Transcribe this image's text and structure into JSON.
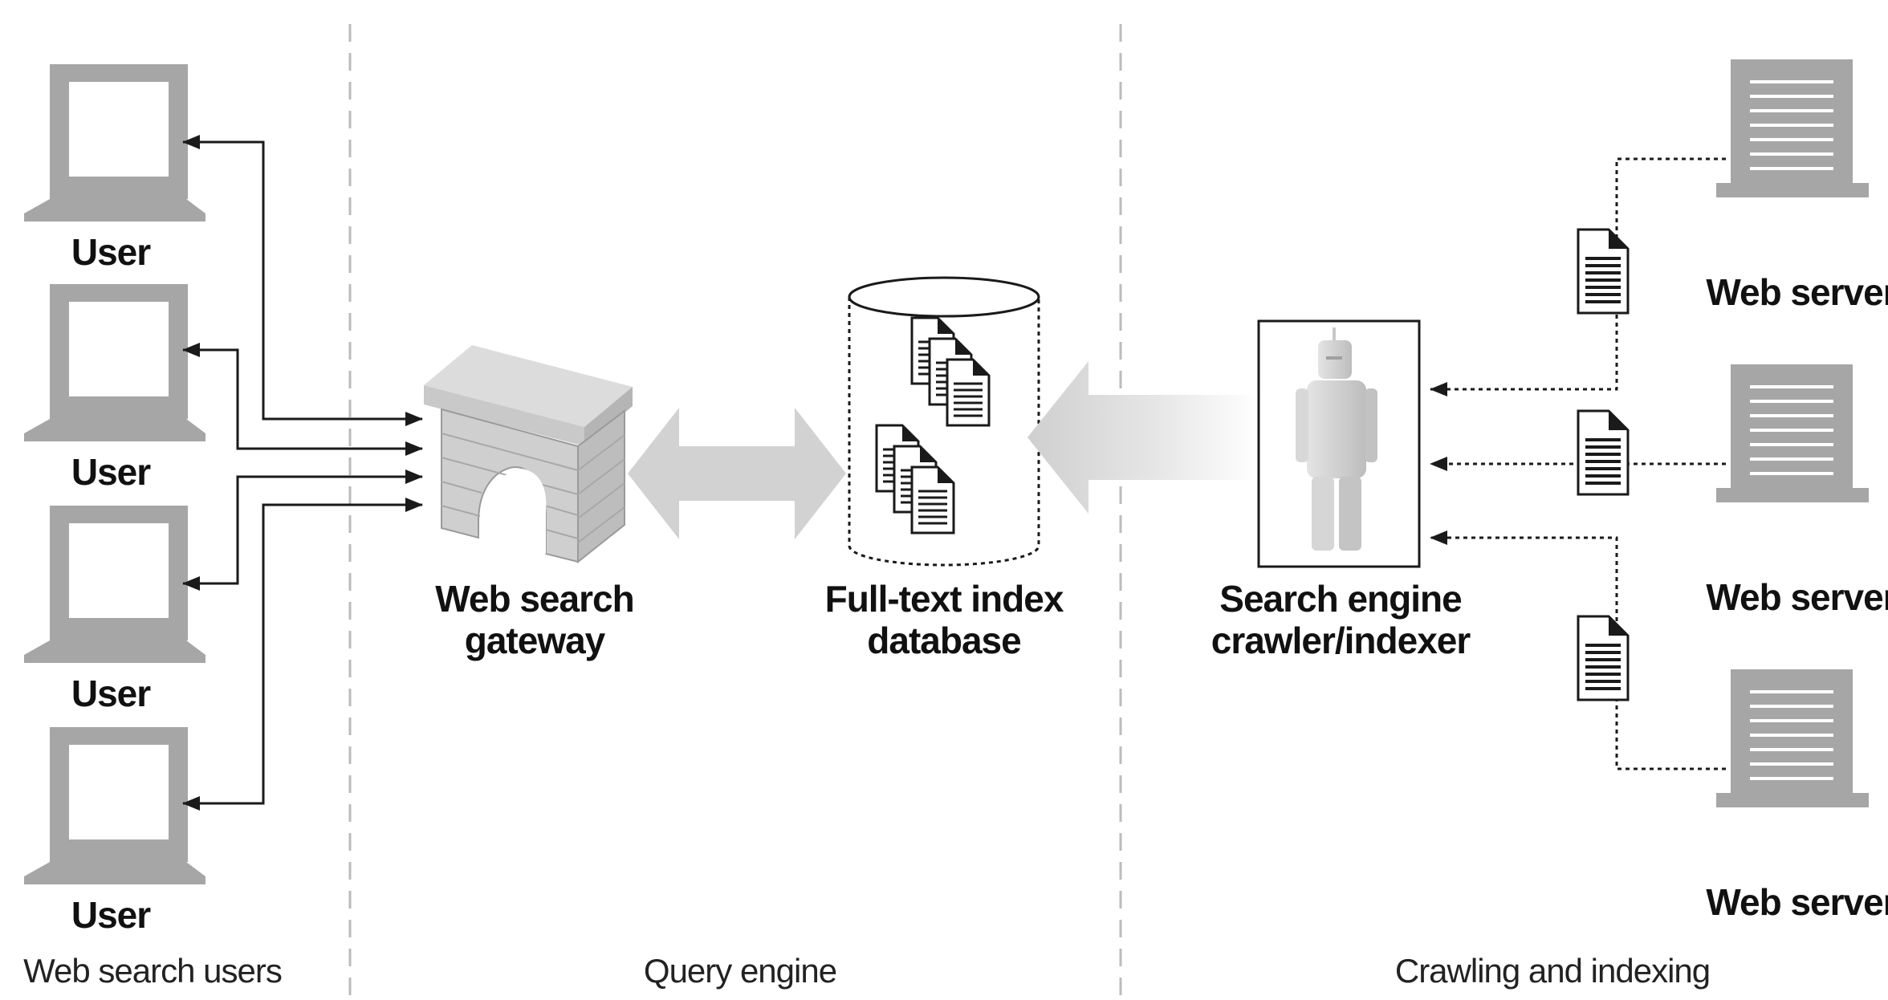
{
  "sections": {
    "users": "Web search users",
    "query": "Query engine",
    "crawl": "Crawling and indexing"
  },
  "users": [
    "User",
    "User",
    "User",
    "User"
  ],
  "gateway": {
    "line1": "Web search",
    "line2": "gateway"
  },
  "database": {
    "line1": "Full-text index",
    "line2": "database"
  },
  "crawler": {
    "line1": "Search engine",
    "line2": "crawler/indexer"
  },
  "servers": [
    "Web server",
    "Web server",
    "Web server"
  ],
  "colors": {
    "icon_gray": "#a6a6a6",
    "arrow_gray": "#d2d2d2",
    "line": "#1a1a1a",
    "divider": "#bbbbbb"
  }
}
